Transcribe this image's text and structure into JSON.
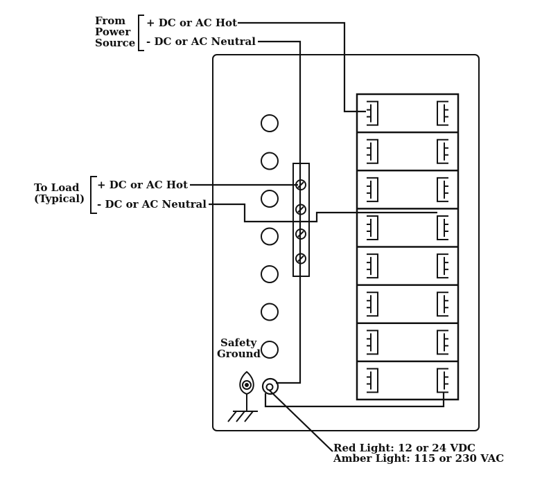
{
  "labels": {
    "from_power_source": [
      "From",
      "Power",
      "Source"
    ],
    "power_hot": "+ DC or AC Hot",
    "power_neutral": "- DC or AC Neutral",
    "to_load": [
      "To Load",
      "(Typical)"
    ],
    "load_hot": "+ DC or AC Hot",
    "load_neutral": "- DC or AC Neutral",
    "safety_ground": [
      "Safety",
      "Ground"
    ],
    "light_red": "Red Light: 12 or 24 VDC",
    "light_amber": "Amber Light: 115 or 230 VAC"
  },
  "components": {
    "breaker_count": 8,
    "hole_count": 7,
    "terminal_screw_count": 4
  },
  "colors": {
    "line": "#111111",
    "background": "#ffffff"
  }
}
